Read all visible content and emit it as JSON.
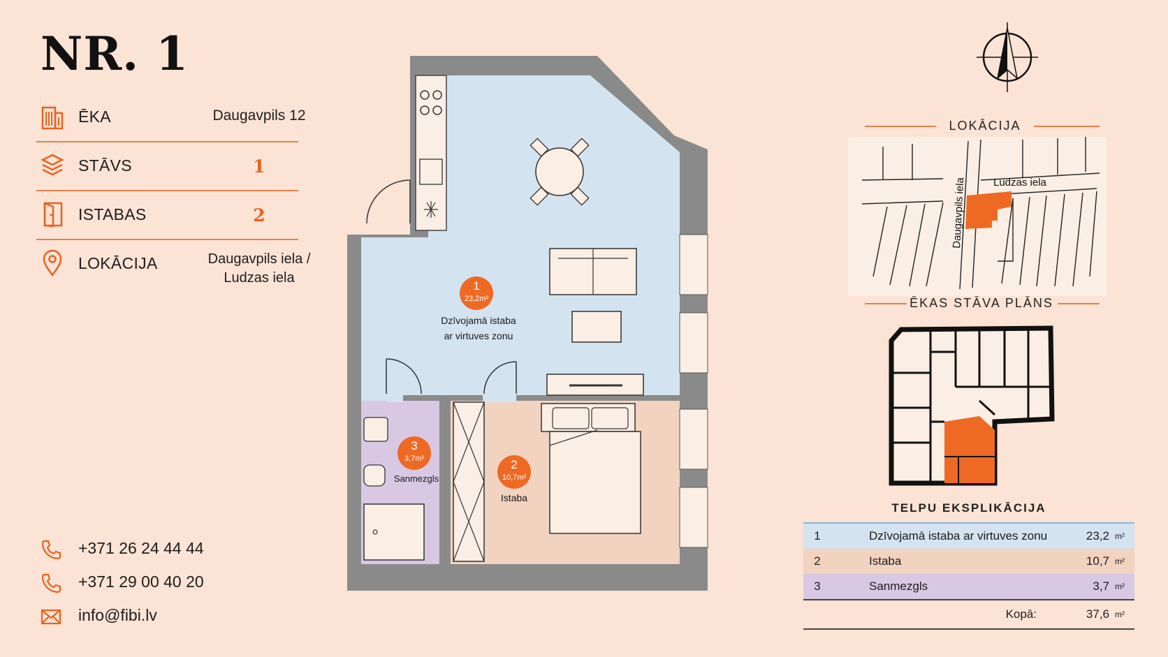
{
  "header": {
    "title": "NR. 1"
  },
  "info": [
    {
      "label": "ĒKA",
      "value": "Daugavpils 12",
      "icon": "building-icon"
    },
    {
      "label": "STĀVS",
      "value": "1",
      "icon": "layers-icon"
    },
    {
      "label": "ISTABAS",
      "value": "2",
      "icon": "door-icon"
    },
    {
      "label": "LOKĀCIJA",
      "value_line1": "Daugavpils iela /",
      "value_line2": "Ludzas iela",
      "icon": "location-pin-icon"
    }
  ],
  "contacts": [
    {
      "text": "+371 26 24 44 44",
      "icon": "phone-icon"
    },
    {
      "text": "+371 29 00 40 20",
      "icon": "phone-icon"
    },
    {
      "text": "info@fibi.lv",
      "icon": "mail-icon"
    }
  ],
  "plan": {
    "rooms": [
      {
        "num": "1",
        "area": "23,2m²",
        "name_line1": "Dzīvojamā istaba",
        "name_line2": "ar virtuves zonu"
      },
      {
        "num": "2",
        "area": "10,7m²",
        "name_line1": "Istaba"
      },
      {
        "num": "3",
        "area": "3,7m²",
        "name_line1": "Sanmezgls"
      }
    ]
  },
  "location": {
    "heading": "LOKĀCIJA",
    "street1": "Daugavpils iela",
    "street2": "Ludzas iela"
  },
  "floor_plan": {
    "heading": "ĒKAS STĀVA PLĀNS"
  },
  "explication": {
    "heading": "TELPU EKSPLIKĀCIJA",
    "unit": "m²",
    "rows": [
      {
        "num": "1",
        "name": "Dzīvojamā istaba ar virtuves zonu",
        "area": "23,2"
      },
      {
        "num": "2",
        "name": "Istaba",
        "area": "10,7"
      },
      {
        "num": "3",
        "name": "Sanmezgls",
        "area": "3,7"
      }
    ],
    "total_label": "Kopā:",
    "total_value": "37,6"
  },
  "colors": {
    "accent": "#ee6a24",
    "background": "#fbe3d5",
    "living": "#d3e3f0",
    "bedroom": "#f2d3c0",
    "bath": "#d9c8e4",
    "wall": "#8a8a8a"
  }
}
